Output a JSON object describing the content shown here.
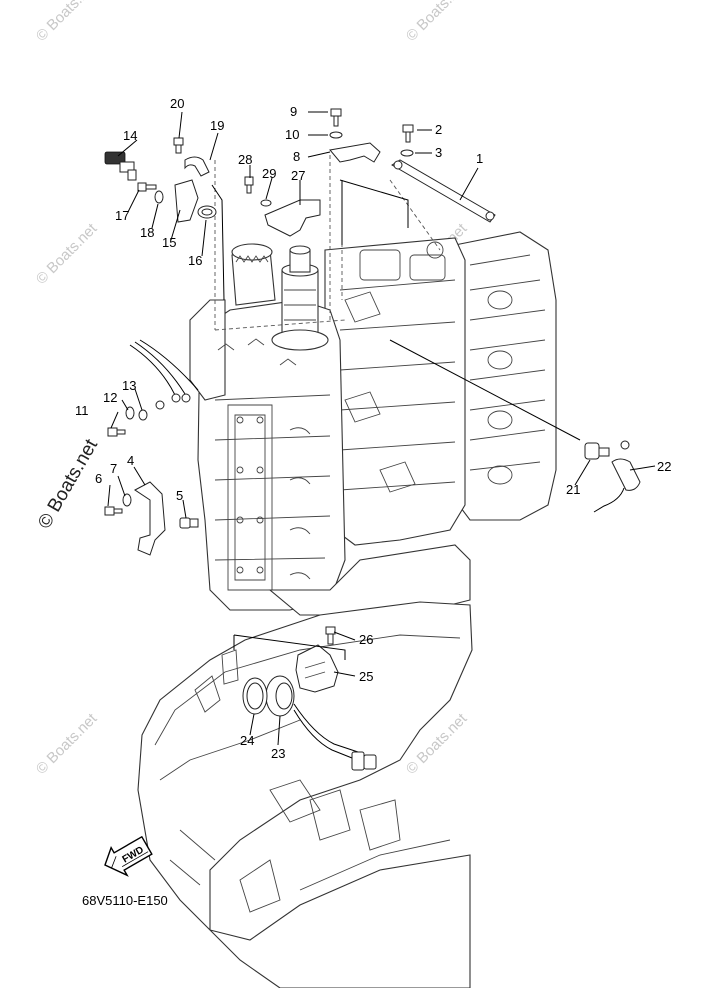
{
  "diagram_code": "68V5110-E150",
  "fwd_label": "FWD",
  "watermark": {
    "small": "© Boats.net",
    "large": "© Boats.net"
  },
  "callouts": {
    "c1": "1",
    "c2": "2",
    "c3": "3",
    "c4": "4",
    "c5": "5",
    "c6": "6",
    "c7": "7",
    "c8": "8",
    "c9": "9",
    "c10": "10",
    "c11": "11",
    "c12": "12",
    "c13": "13",
    "c14": "14",
    "c15": "15",
    "c16": "16",
    "c17": "17",
    "c18": "18",
    "c19": "19",
    "c20": "20",
    "c21": "21",
    "c22": "22",
    "c23": "23",
    "c24": "24",
    "c25": "25",
    "c26": "26",
    "c27": "27",
    "c28": "28",
    "c29": "29"
  }
}
